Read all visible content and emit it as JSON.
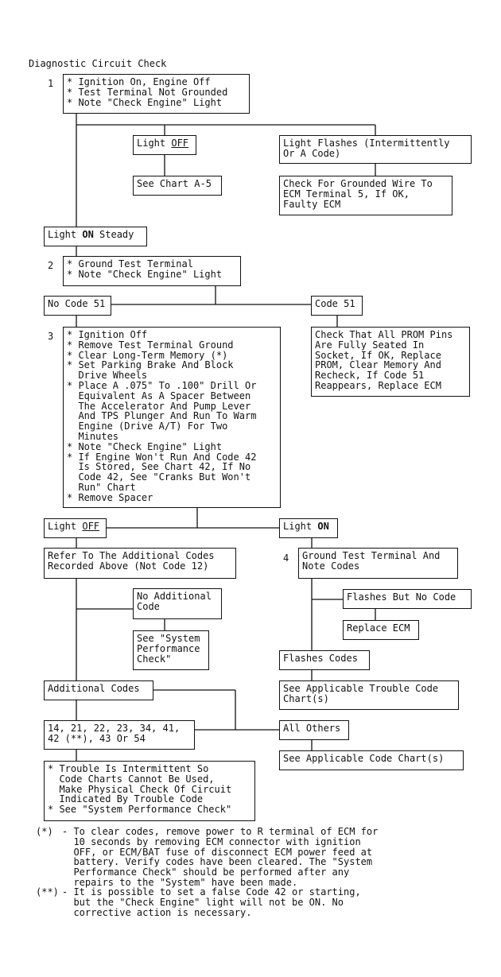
{
  "title": "Diagnostic Circuit Check",
  "steps": {
    "s1": "1",
    "s2": "2",
    "s3": "3",
    "s4": "4"
  },
  "boxes": {
    "b1": "* Ignition On, Engine Off\n* Test Terminal Not Grounded\n* Note \"Check Engine\" Light",
    "light_off_1_pre": "Light ",
    "light_off_1_em": "OFF",
    "light_flashes": "Light Flashes (Intermittently\nOr A Code)",
    "see_a5": "See Chart A-5",
    "grounded_wire": "Check For Grounded Wire To\nECM Terminal 5, If OK,\nFaulty ECM",
    "light_on_steady_pre": "Light ",
    "light_on_steady_em": "ON",
    "light_on_steady_post": " Steady",
    "b2": "* Ground Test Terminal\n* Note \"Check Engine\" Light",
    "no_code_51": "No Code 51",
    "code_51": "Code 51",
    "prom": "Check That All PROM Pins\nAre Fully Seated In\nSocket, If OK, Replace\nPROM, Clear Memory And\nRecheck, If Code 51\nReappears, Replace ECM",
    "b3": "* Ignition Off\n* Remove Test Terminal Ground\n* Clear Long-Term Memory (*)\n* Set Parking Brake And Block\n  Drive Wheels\n* Place A .075\" To .100\" Drill Or\n  Equivalent As A Spacer Between\n  The Accelerator And Pump Lever\n  And TPS Plunger And Run To Warm\n  Engine (Drive A/T) For Two\n  Minutes\n* Note \"Check Engine\" Light\n* If Engine Won't Run And Code 42\n  Is Stored, See Chart 42, If No\n  Code 42, See \"Cranks But Won't\n  Run\" Chart\n* Remove Spacer",
    "light_off_2_pre": "Light ",
    "light_off_2_em": "OFF",
    "light_on_pre": "Light ",
    "light_on_em": "ON",
    "additional_codes_recorded": "Refer To The Additional Codes\nRecorded Above (Not Code 12)",
    "ground_note_codes": "Ground Test Terminal And\nNote Codes",
    "no_additional": "No Additional\nCode",
    "flashes_no_code": "Flashes But No Code",
    "replace_ecm": "Replace ECM",
    "system_perf": "See \"System\nPerformance\nCheck\"",
    "flashes_codes": "Flashes Codes",
    "additional_codes": "Additional Codes",
    "applicable_trouble": "See Applicable Trouble Code\nChart(s)",
    "codes_list": "14, 21, 22, 23, 34, 41,\n42 (**), 43 Or 54",
    "all_others": "All Others",
    "applicable_code": "See Applicable Code Chart(s)",
    "intermittent": "* Trouble Is Intermittent So\n  Code Charts Cannot Be Used,\n  Make Physical Check Of Circuit\n  Indicated By Trouble Code\n* See \"System Performance Check\""
  },
  "footnotes": {
    "f1_mark": "(*)",
    "f1_text": "- To clear codes, remove power to R terminal of ECM for\n  10 seconds by removing ECM connector with ignition\n  OFF, or ECM/BAT fuse of disconnect ECM power feed at\n  battery. Verify codes have been cleared. The \"System\n  Performance Check\" should be performed after any\n  repairs to the \"System\" have been made.",
    "f2_mark": "(**)",
    "f2_text": "- It is possible to set a false Code 42 or starting,\n  but the \"Check Engine\" light will not be ON. No\n  corrective action is necessary."
  }
}
